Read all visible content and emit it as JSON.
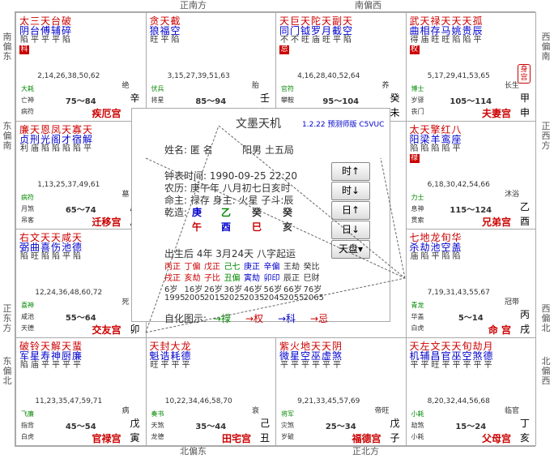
{
  "directions": {
    "top1": "正南方",
    "top2": "南偏西",
    "left1": "南偏东",
    "left2": "东偏南",
    "left3": "正东方",
    "left4": "东偏北",
    "right1": "西偏南",
    "right2": "正西方",
    "right3": "西偏北",
    "right4": "北偏西",
    "bottom1": "北偏东",
    "bottom2": "正北方"
  },
  "palaces": [
    {
      "id": "jie",
      "name": "疾厄宫",
      "range": "75～84",
      "ages": "2,14,26,38,50,62",
      "zs": "绝",
      "gz": [
        "辛",
        "巳"
      ],
      "g1": "大耗",
      "g2": "亡神",
      "g3": "病符",
      "stars": [
        [
          "太",
          "阴",
          "陷"
        ],
        [
          "三",
          "台",
          "平"
        ],
        [
          "天",
          "傅",
          "平"
        ],
        [
          "台",
          "辅",
          "平"
        ],
        [
          "破",
          "碎",
          "陷"
        ]
      ],
      "hua": "科"
    },
    {
      "id": "cai",
      "name": "财帛宫",
      "range": "85～94",
      "ages": "3,15,27,39,51,63",
      "zs": "胎",
      "gz": [
        "壬",
        "午"
      ],
      "g1": "伏兵",
      "g2": "将星",
      "g3": "岁建",
      "stars": [
        [
          "贪",
          "狼",
          "旺"
        ],
        [
          "天",
          "福",
          "平"
        ],
        [
          "截",
          "空",
          "陷"
        ]
      ],
      "hua": ""
    },
    {
      "id": "zinv",
      "name": "子女宫",
      "range": "95～104",
      "ages": "4,16,28,40,52,64",
      "zs": "养",
      "gz": [
        "癸",
        "未"
      ],
      "g1": "官符",
      "g2": "攀鞍",
      "g3": "晦气",
      "stars": [
        [
          "天",
          "同",
          "不"
        ],
        [
          "巨",
          "门",
          "不"
        ],
        [
          "天",
          "钺",
          "旺"
        ],
        [
          "陀",
          "罗",
          "庙"
        ],
        [
          "天",
          "月",
          "旺"
        ],
        [
          "副",
          "截",
          "平"
        ],
        [
          "天",
          "空",
          "陷"
        ]
      ],
      "hua": "忌"
    },
    {
      "id": "fuqi",
      "name": "夫妻宫",
      "range": "105～114",
      "ages": "5,17,29,41,53,65",
      "zs": "长生",
      "gz": [
        "甲",
        "申"
      ],
      "g1": "博士",
      "g2": "岁驿",
      "g3": "丧门",
      "stars": [
        [
          "武",
          "曲",
          "得"
        ],
        [
          "天",
          "相",
          "庙"
        ],
        [
          "禄",
          "存",
          "旺"
        ],
        [
          "天",
          "马",
          "旺"
        ],
        [
          "天",
          "姚",
          "陷"
        ],
        [
          "天",
          "贵",
          "陷"
        ],
        [
          "孤",
          "辰",
          "平"
        ]
      ],
      "hua": "权",
      "badge": "身宫"
    },
    {
      "id": "qianyi",
      "name": "迁移宫",
      "range": "65～74",
      "ages": "1,13,25,37,49,61",
      "zs": "墓",
      "gz": [
        "庚",
        "辰"
      ],
      "g1": "病符",
      "g2": "月煞",
      "g3": "吊客",
      "stars": [
        [
          "廉",
          "贞",
          "利"
        ],
        [
          "天",
          "刑",
          "庙"
        ],
        [
          "恩",
          "光",
          "陷"
        ],
        [
          "凤",
          "阁",
          "陷"
        ],
        [
          "天",
          "才",
          "陷"
        ],
        [
          "寡",
          "宿",
          "陷"
        ],
        [
          "天",
          "解",
          "平"
        ]
      ],
      "hua": ""
    },
    {
      "id": "xiongdi",
      "name": "兄弟宫",
      "range": "115～124",
      "ages": "6,18,30,42,54,66",
      "zs": "沐浴",
      "gz": [
        "乙",
        "酉"
      ],
      "g1": "力士",
      "g2": "息神",
      "g3": "贯索",
      "stars": [
        [
          "太",
          "阳",
          "陷"
        ],
        [
          "天",
          "梁",
          "陷"
        ],
        [
          "擎",
          "羊",
          "陷"
        ],
        [
          "红",
          "鸾",
          "陷"
        ],
        [
          "八",
          "座",
          "平"
        ]
      ],
      "hua": "禄"
    },
    {
      "id": "jiaoyou",
      "name": "交友宫",
      "range": "55～64",
      "ages": "12,24,36,48,60,72",
      "zs": "死",
      "gz": [
        "己",
        "卯"
      ],
      "g1": "喜神",
      "g2": "咸池",
      "g3": "天德",
      "stars": [
        [
          "右",
          "弼",
          "陷"
        ],
        [
          "文",
          "曲",
          "旺"
        ],
        [
          "天",
          "喜",
          "陷"
        ],
        [
          "天",
          "伤",
          "陷"
        ],
        [
          "咸",
          "池",
          "平"
        ],
        [
          "天",
          "德",
          "陷"
        ]
      ],
      "hua": ""
    },
    {
      "id": "ming",
      "name": "命 宫",
      "range": "5～14",
      "ages": "7,19,31,43,55,67",
      "zs": "冠带",
      "gz": [
        "丙",
        "戌"
      ],
      "g1": "青龙",
      "g2": "华盖",
      "g3": "白虎",
      "stars": [
        [
          "七",
          "杀",
          "庙"
        ],
        [
          "地",
          "劫",
          "陷"
        ],
        [
          "龙",
          "池",
          "平"
        ],
        [
          "旬",
          "空",
          "陷"
        ],
        [
          "华",
          "盖",
          "陷"
        ]
      ],
      "hua": ""
    },
    {
      "id": "guanlu",
      "name": "官禄宫",
      "range": "45～54",
      "ages": "11,23,35,47,59,71",
      "zs": "病",
      "gz": [
        "戊",
        "寅"
      ],
      "g1": "飞廉",
      "g2": "指背",
      "g3": "白虎",
      "stars": [
        [
          "破",
          "军",
          "陷"
        ],
        [
          "铃",
          "星",
          "庙"
        ],
        [
          "天",
          "寿",
          "平"
        ],
        [
          "解",
          "神",
          "平"
        ],
        [
          "天",
          "厨",
          "平"
        ],
        [
          "蜚",
          "廉",
          "平"
        ]
      ],
      "hua": ""
    },
    {
      "id": "tianzhai",
      "name": "田宅宫",
      "range": "35～44",
      "ages": "10,22,34,46,58,70",
      "zs": "衰",
      "gz": [
        "己",
        "丑"
      ],
      "g1": "奏书",
      "g2": "天煞",
      "g3": "龙德",
      "stars": [
        [
          "天",
          "魁",
          "旺"
        ],
        [
          "封",
          "诰",
          "平"
        ],
        [
          "大",
          "耗",
          "平"
        ],
        [
          "龙",
          "德",
          "平"
        ]
      ],
      "hua": ""
    },
    {
      "id": "fude",
      "name": "福德宫",
      "range": "25～34",
      "ages": "9,21,33,45,57,69",
      "zs": "帝旺",
      "gz": [
        "戊",
        "子"
      ],
      "g1": "将军",
      "g2": "灾煞",
      "g3": "岁破",
      "stars": [
        [
          "紫",
          "微",
          "平"
        ],
        [
          "火",
          "星",
          "平"
        ],
        [
          "地",
          "空",
          "平"
        ],
        [
          "天",
          "巫",
          "平"
        ],
        [
          "天",
          "虚",
          "平"
        ],
        [
          "阴",
          "煞",
          "平"
        ]
      ],
      "hua": ""
    },
    {
      "id": "fumu",
      "name": "父母宫",
      "range": "15～24",
      "ages": "8,20,32,44,56,68",
      "zs": "临官",
      "gz": [
        "丁",
        "亥"
      ],
      "g1": "小耗",
      "g2": "劫煞",
      "g3": "小耗",
      "stars": [
        [
          "天",
          "机",
          "平"
        ],
        [
          "左",
          "辅",
          "平"
        ],
        [
          "文",
          "昌",
          "旺"
        ],
        [
          "天",
          "官",
          "平"
        ],
        [
          "天",
          "巫",
          "平"
        ],
        [
          "旬",
          "空",
          "平"
        ],
        [
          "劫",
          "煞",
          "平"
        ],
        [
          "月",
          "德",
          "平"
        ]
      ],
      "hua": ""
    }
  ],
  "center": {
    "title": "文墨天机",
    "ver": "1.2.22 预测师版 C5VUC",
    "name": "姓名: 匿 名",
    "gender": "阳男 土五局",
    "clock": "钟表时间: 1990-09-25 22:20",
    "lunar": "农历: 庚午年 八月初七日亥时",
    "master": "命主: 禄存 身主: 火星 子斗:辰",
    "bazi_label": "乾造:",
    "gan": [
      "庚",
      "乙",
      "癸",
      "癸"
    ],
    "zhi": [
      "午",
      "酉",
      "巳",
      "亥"
    ],
    "qiyun": "出生后 4年 3月24天 八字起运",
    "dayun_gan": [
      "丙正",
      "丁偏",
      "戊正",
      "己七",
      "庚正",
      "辛偏",
      "王劫",
      "癸比"
    ],
    "dayun_zhi": [
      "戌正",
      "亥劫",
      "子比",
      "丑偏",
      "寅劫",
      "卯印",
      "辰正",
      "巳财"
    ],
    "dayun_age": [
      "6岁",
      "16岁",
      "26岁",
      "36岁",
      "46岁",
      "56岁",
      "66岁",
      "76岁"
    ],
    "dayun_year": [
      "1995",
      "2005",
      "2015",
      "2025",
      "2035",
      "2045",
      "2055",
      "2065"
    ],
    "sihua_label": "自化图示:",
    "sihua": [
      "→禄",
      "→权",
      "→科",
      "→忌"
    ],
    "buttons": [
      "时↑",
      "时↓",
      "日↑",
      "日↓",
      "天盘▾"
    ]
  }
}
